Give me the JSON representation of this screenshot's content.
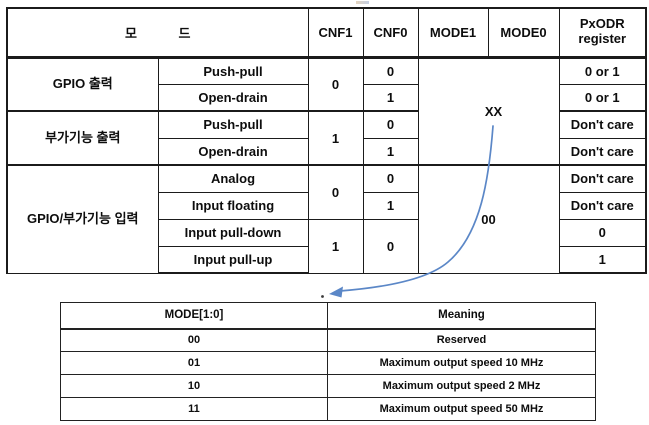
{
  "colors": {
    "table_border": "#1b1b1b",
    "text": "#0d0d0d",
    "arrow": "#5b87c7",
    "dot": "#3a3a3a"
  },
  "main_table": {
    "header": {
      "mode": "모 드",
      "cnf1": "CNF1",
      "cnf0": "CNF0",
      "mode1": "MODE1",
      "mode0": "MODE0",
      "pxodr": "PxODR register"
    },
    "groups": [
      {
        "label": "GPIO 출력"
      },
      {
        "label": "부가기능 출력"
      },
      {
        "label": "GPIO/부가기능 입력"
      }
    ],
    "cnf1": [
      "0",
      "1",
      "0",
      "1"
    ],
    "cnf0_merged": "0",
    "mode_output": "XX",
    "mode_input": "00",
    "rows": [
      {
        "sub": "Push-pull",
        "cnf0": "0",
        "pxodr": "0 or 1"
      },
      {
        "sub": "Open-drain",
        "cnf0": "1",
        "pxodr": "0 or 1"
      },
      {
        "sub": "Push-pull",
        "cnf0": "0",
        "pxodr": "Don't care"
      },
      {
        "sub": "Open-drain",
        "cnf0": "1",
        "pxodr": "Don't care"
      },
      {
        "sub": "Analog",
        "cnf0": "0",
        "pxodr": "Don't care"
      },
      {
        "sub": "Input floating",
        "cnf0": "1",
        "pxodr": "Don't care"
      },
      {
        "sub": "Input pull-down",
        "pxodr": "0"
      },
      {
        "sub": "Input pull-up",
        "pxodr": "1"
      }
    ]
  },
  "legend_table": {
    "header": {
      "mode": "MODE[1:0]",
      "meaning": "Meaning"
    },
    "rows": [
      {
        "mode": "00",
        "meaning": "Reserved"
      },
      {
        "mode": "01",
        "meaning": "Maximum output speed 10 MHz"
      },
      {
        "mode": "10",
        "meaning": "Maximum output speed 2 MHz"
      },
      {
        "mode": "11",
        "meaning": "Maximum output speed 50 MHz"
      }
    ]
  }
}
